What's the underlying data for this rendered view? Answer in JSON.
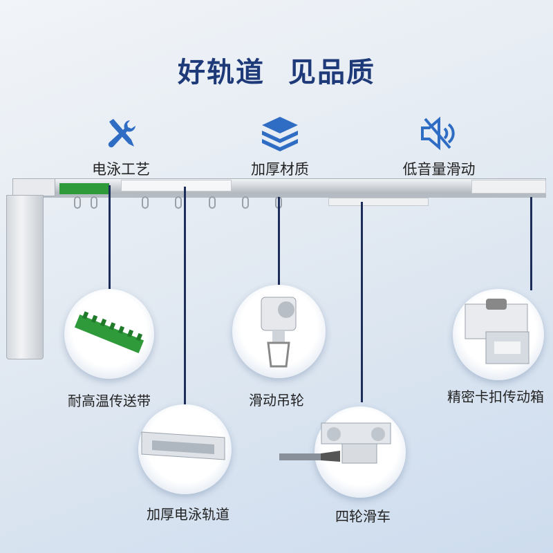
{
  "title": "好轨道  见品质",
  "features": [
    {
      "label": "电泳工艺",
      "icon": "tools-icon"
    },
    {
      "label": "加厚材质",
      "icon": "layers-icon"
    },
    {
      "label": "低音量滑动",
      "icon": "mute-speaker-icon"
    }
  ],
  "components": [
    {
      "label": "耐高温传送带"
    },
    {
      "label": "加厚电泳轨道"
    },
    {
      "label": "滑动吊轮"
    },
    {
      "label": "四轮滑车"
    },
    {
      "label": "精密卡扣传动箱"
    }
  ],
  "colors": {
    "accent": "#2f6cc4",
    "title": "#1e3a78",
    "line": "#1c2d5a",
    "belt": "#2f9a3a"
  }
}
